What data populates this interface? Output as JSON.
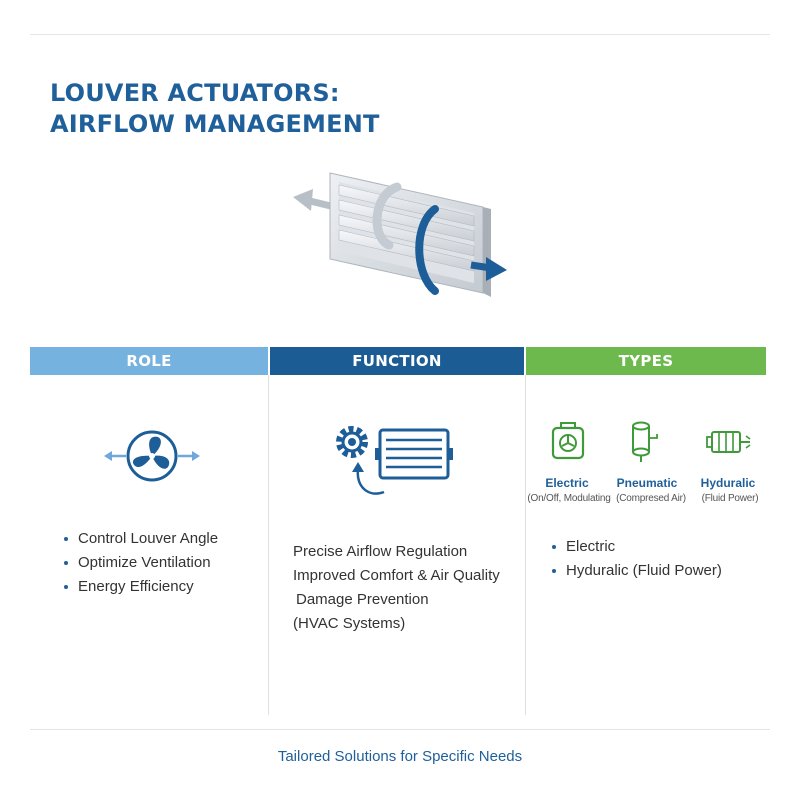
{
  "title": {
    "line1": "LOUVER ACTUATORS:",
    "line2": "AIRFLOW MANAGEMENT"
  },
  "columns": {
    "role": {
      "header": "ROLE",
      "icon": "fan-with-arrows-icon",
      "items": [
        "Control Louver Angle",
        "Optimize Ventilation",
        "Energy Efficiency"
      ]
    },
    "function": {
      "header": "FUNCTION",
      "icon": "gear-louver-icon",
      "lines": [
        "Precise Airflow Regulation",
        "Improved Comfort & Air Quality",
        "Damage Prevention",
        "(HVAC Systems)"
      ]
    },
    "types": {
      "header": "TYPES",
      "cards": [
        {
          "icon": "electric-actuator-icon",
          "label": "Electric",
          "sub": "(On/Off, Modulating"
        },
        {
          "icon": "pneumatic-actuator-icon",
          "label": "Pneumatic",
          "sub": "(Compresed Air)"
        },
        {
          "icon": "hydraulic-actuator-icon",
          "label": "Hyduralic",
          "sub": "(Fluid Power)"
        }
      ],
      "items": [
        "Electric",
        "Hyduralic (Fluid Power)"
      ]
    }
  },
  "footer": "Tailored Solutions for Specific Needs",
  "colors": {
    "title": "#1f5f9a",
    "role": "#76b2df",
    "function": "#1b5c95",
    "types": "#6db94d"
  }
}
